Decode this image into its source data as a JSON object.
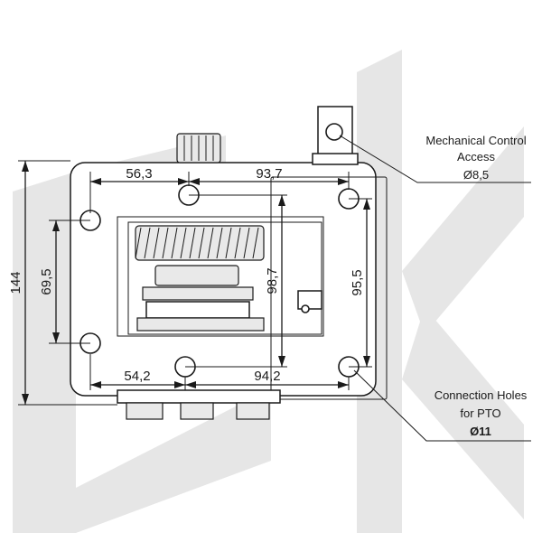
{
  "dimensions": {
    "overall_height": "144",
    "left_holes_spacing": "69,5",
    "right_holes_spacing": "95,5",
    "center_height": "98,7",
    "top_left_offset": "56,3",
    "top_right_offset": "93,7",
    "bottom_left_offset": "54,2",
    "bottom_right_offset": "94,2"
  },
  "callouts": {
    "control": {
      "line1": "Mechanical Control",
      "line2": "Access",
      "line3": "Ø8,5"
    },
    "pto": {
      "line1": "Connection Holes",
      "line2": "for PTO",
      "line3": "Ø11"
    }
  },
  "watermark": {
    "text": "EK",
    "color": "#e6e6e6"
  },
  "colors": {
    "line": "#1a1a1a",
    "watermark": "#e6e6e6"
  }
}
